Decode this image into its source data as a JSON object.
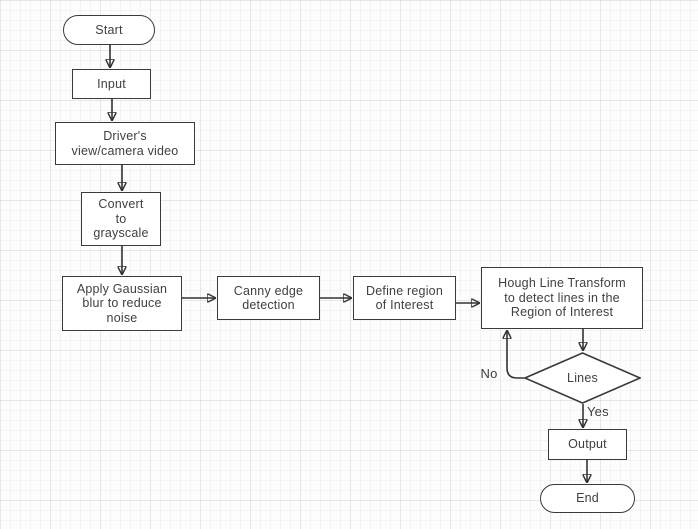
{
  "diagram_type": "flowchart",
  "nodes": {
    "start": {
      "shape": "stadium",
      "label": "Start"
    },
    "input": {
      "shape": "rect",
      "label": "Input"
    },
    "driver_view": {
      "shape": "rect",
      "label": "Driver's\nview/camera video"
    },
    "grayscale": {
      "shape": "rect",
      "label": "Convert\nto\ngrayscale"
    },
    "gaussian_blur": {
      "shape": "rect",
      "label": "Apply Gaussian\nblur to reduce\nnoise"
    },
    "canny": {
      "shape": "rect",
      "label": "Canny edge\ndetection"
    },
    "roi": {
      "shape": "rect",
      "label": "Define region\nof Interest"
    },
    "hough": {
      "shape": "rect",
      "label": "Hough Line Transform\nto detect lines in the\nRegion of Interest"
    },
    "lines_decision": {
      "shape": "diamond",
      "label": "Lines"
    },
    "output": {
      "shape": "rect",
      "label": "Output"
    },
    "end": {
      "shape": "stadium",
      "label": "End"
    }
  },
  "edges": [
    {
      "from": "start",
      "to": "input"
    },
    {
      "from": "input",
      "to": "driver_view"
    },
    {
      "from": "driver_view",
      "to": "grayscale"
    },
    {
      "from": "grayscale",
      "to": "gaussian_blur"
    },
    {
      "from": "gaussian_blur",
      "to": "canny"
    },
    {
      "from": "canny",
      "to": "roi"
    },
    {
      "from": "roi",
      "to": "hough"
    },
    {
      "from": "hough",
      "to": "lines_decision"
    },
    {
      "from": "lines_decision",
      "to": "hough",
      "label": "No"
    },
    {
      "from": "lines_decision",
      "to": "output",
      "label": "Yes"
    },
    {
      "from": "output",
      "to": "end"
    }
  ],
  "colors": {
    "node_fill": "#ffffff",
    "node_border": "#3a3a3a",
    "text": "#404040",
    "arrow": "#333333",
    "canvas_bg": "#fdfdfd",
    "grid_minor": "#f7f5f7",
    "grid_major": "#efecef"
  }
}
